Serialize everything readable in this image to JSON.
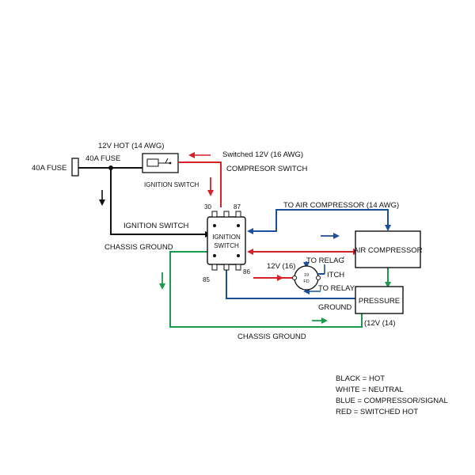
{
  "colors": {
    "black": "#111111",
    "red": "#d62027",
    "blue": "#1b4f9c",
    "green": "#1a9a4a",
    "gray": "#9a9a9a"
  },
  "labels": {
    "fuse_40a_left": "40A FUSE",
    "fuse_40a_top": "40A FUSE",
    "hot_12v": "12V HOT (14 AWG)",
    "ignition_switch_box": "IGNITION SWITCH",
    "switched_12v": "Switched 12V (16 AWG)",
    "compressor_switch": "COMPRESOR SWITCH",
    "ignition_switch_wire": "IGNITION SWITCH",
    "chassis_ground_top": "CHASSIS GROUND",
    "to_air_compressor": "TO AIR COMPRESSOR (14 AWG)",
    "relay_line1": "IGNITION",
    "relay_line2": "SWITCH",
    "pin_30": "30",
    "pin_87": "87",
    "pin_85": "85",
    "pin_86": "86",
    "air_compressor": "AIR COMPRESSOR",
    "v12_16": "12V (16)",
    "to_relay_top": "TO RELAƓ",
    "itch": "ITCH",
    "to_relay": "TO RELAY",
    "pressure": "PRESSURE",
    "ground": "GROUND",
    "v12_14": "(12V (14)",
    "chassis_ground_bottom": "CHASSIS GROUND",
    "switch_glyph_top": "19",
    "switch_glyph_bottom": "FD"
  },
  "legend": [
    "BLACK = HOT",
    "WHITE = NEUTRAL",
    "BLUE = COMPRESSOR/SIGNAL",
    "RED = SWITCHED HOT"
  ]
}
